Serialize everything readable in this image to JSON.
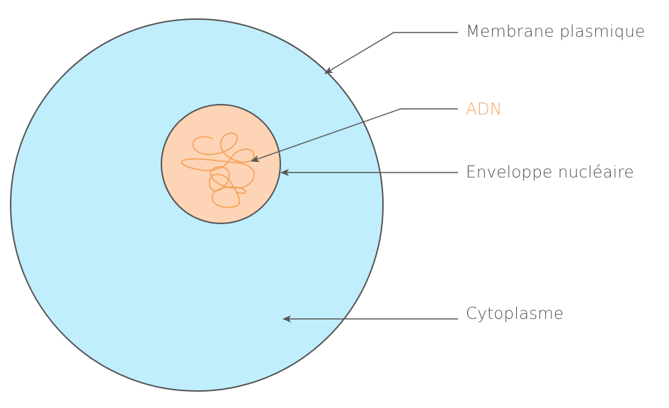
{
  "labels": {
    "membrane": "Membrane plasmique",
    "dna": "ADN",
    "envelope": "Enveloppe nucléaire",
    "cytoplasm": "Cytoplasme"
  },
  "colors": {
    "cytoplasm_fill": "#c0eefc",
    "cell_outline": "#555555",
    "nucleus_fill": "#fdd5b6",
    "dna_strand": "#f6a45e",
    "dna_label": "#f6a45e",
    "text": "#505050",
    "arrow": "#555555"
  }
}
